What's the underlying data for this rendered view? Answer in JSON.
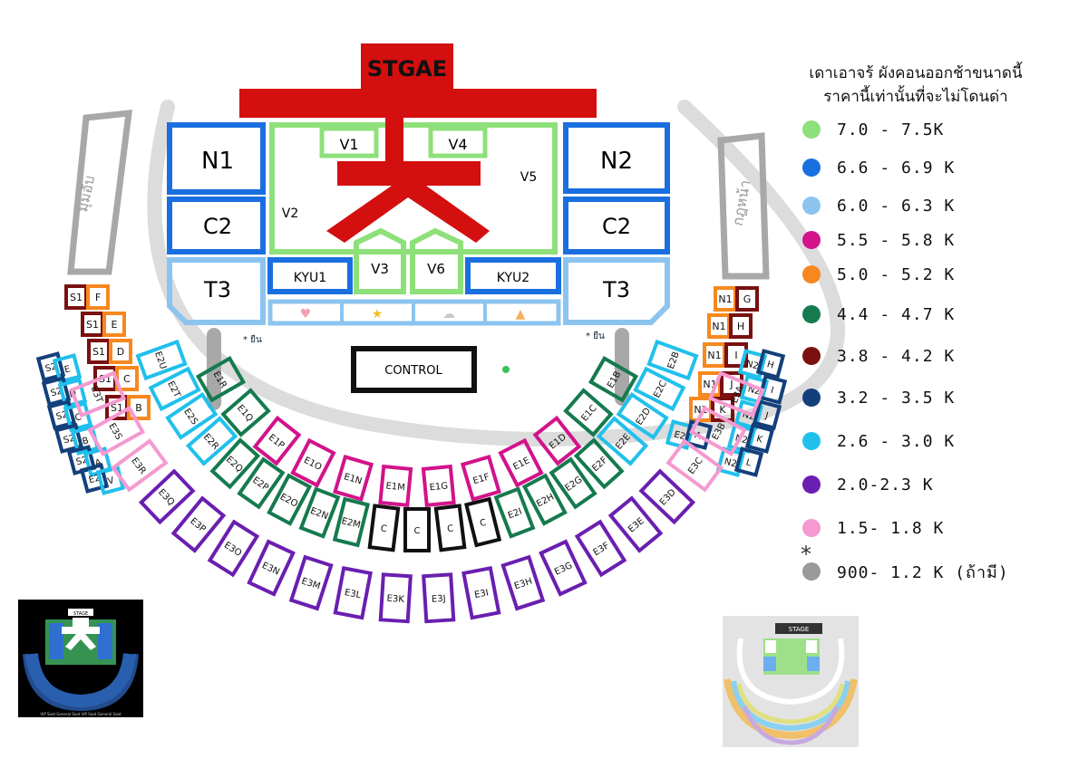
{
  "title_lines": [
    "เดาเอาจร้ ผังคอนออกช้าขนาดนี้",
    "ราคานี้เท่านั้นที่จะไม่โดนด่า"
  ],
  "legend": [
    {
      "color": "#8ee07a",
      "price": "7.0 - 7.5K"
    },
    {
      "color": "#1a6fe0",
      "price": "6.6 - 6.9 K"
    },
    {
      "color": "#8cc4f0",
      "price": "6.0 - 6.3 K"
    },
    {
      "color": "#d2138a",
      "price": "5.5 - 5.8 K"
    },
    {
      "color": "#f7881e",
      "price": "5.0 - 5.2 K"
    },
    {
      "color": "#157a4e",
      "price": "4.4 - 4.7 K"
    },
    {
      "color": "#7a1010",
      "price": "3.8 - 4.2 K"
    },
    {
      "color": "#13407a",
      "price": "3.2 - 3.5 K"
    },
    {
      "color": "#21c0ec",
      "price": "2.6 - 3.0 K"
    },
    {
      "color": "#6a1fb0",
      "price": "2.0-2.3 K"
    },
    {
      "color": "#f59ad0",
      "price": "1.5- 1.8 K"
    },
    {
      "color": "#9a9a9a",
      "price": "900- 1.2 K (ถ้ามี)",
      "note": "*"
    }
  ],
  "stage": {
    "label": "STGAE",
    "control": "CONTROL",
    "standing_note": "* ยืน"
  },
  "floor": {
    "n1": "N1",
    "n2": "N2",
    "c2_left": "C2",
    "c2_right": "C2",
    "t3_left": "T3",
    "t3_right": "T3",
    "v1": "V1",
    "v2": "V2",
    "v3": "V3",
    "v4": "V4",
    "v5": "V5",
    "v6": "V6",
    "kyu1": "KYU1",
    "kyu2": "KYU2",
    "side_left": "มุมอับ",
    "side_right": "กฎหน้า"
  },
  "left_inner": [
    "S1F",
    "S1E",
    "S1D",
    "S1C",
    "S1B"
  ],
  "left_outer": [
    "S2E",
    "S2D",
    "S2C",
    "S2B",
    "S2A",
    "E2V"
  ],
  "right_inner": [
    "N1G",
    "N1H",
    "N1I",
    "N1J",
    "N1K"
  ],
  "right_outer": [
    "N2H",
    "N2I",
    "N2J",
    "N2K",
    "N2L",
    "E2A"
  ],
  "e1_labels": [
    "E1R",
    "E1Q",
    "E1P",
    "E1O",
    "E1N",
    "E1M",
    "E1G",
    "E1F",
    "E1E",
    "E1D",
    "E1C",
    "E1B"
  ],
  "e2_labels": [
    "E2U",
    "E2T",
    "E2S",
    "E2R",
    "E2Q",
    "E2P",
    "E2O",
    "E2N",
    "E2M",
    "C",
    "C",
    "C",
    "C",
    "E2I",
    "E2H",
    "E2G",
    "E2F",
    "E2E",
    "E2D",
    "E2C",
    "E2B"
  ],
  "e3_labels": [
    "E3T",
    "E3S",
    "E3R",
    "E3Q",
    "E3P",
    "E3O",
    "E3N",
    "E3M",
    "E3L",
    "E3K",
    "E3J",
    "E3I",
    "E3H",
    "E3G",
    "E3F",
    "E3E",
    "E3D",
    "E3C",
    "E3B",
    "E3A"
  ],
  "thumb_left": {
    "stage": "STAGE",
    "legend": "VIP Seat  General Seat  VIP Seat  General Seat"
  },
  "thumb_right": {
    "stage": "STAGE"
  }
}
